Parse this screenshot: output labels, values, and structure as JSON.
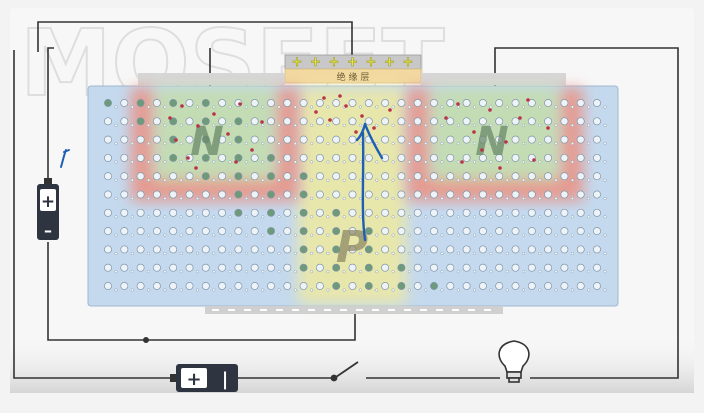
{
  "watermark": "MOSFET",
  "insulator_label": "绝 缘 层",
  "region_n_left": "N",
  "region_n_right": "N",
  "region_p": "P",
  "gate_charge_symbol": "+",
  "substrate_charge_symbol": "–",
  "battery_left": {
    "positive": "+",
    "negative": "–"
  },
  "battery_bottom": {
    "positive": "+",
    "negative": "|"
  },
  "colors": {
    "substrate": "#c4d9ee",
    "n_region_fill": "#c3dcb8",
    "n_region_border": "#e29b93",
    "p_channel": "#ece8a6",
    "wire": "#333333",
    "gate_plus": "#e8e43a",
    "insulator": "#f2d9a0",
    "annotation_ink": "#1e5fb5"
  },
  "icons": [
    "battery-icon",
    "switch-icon",
    "lightbulb-icon"
  ]
}
